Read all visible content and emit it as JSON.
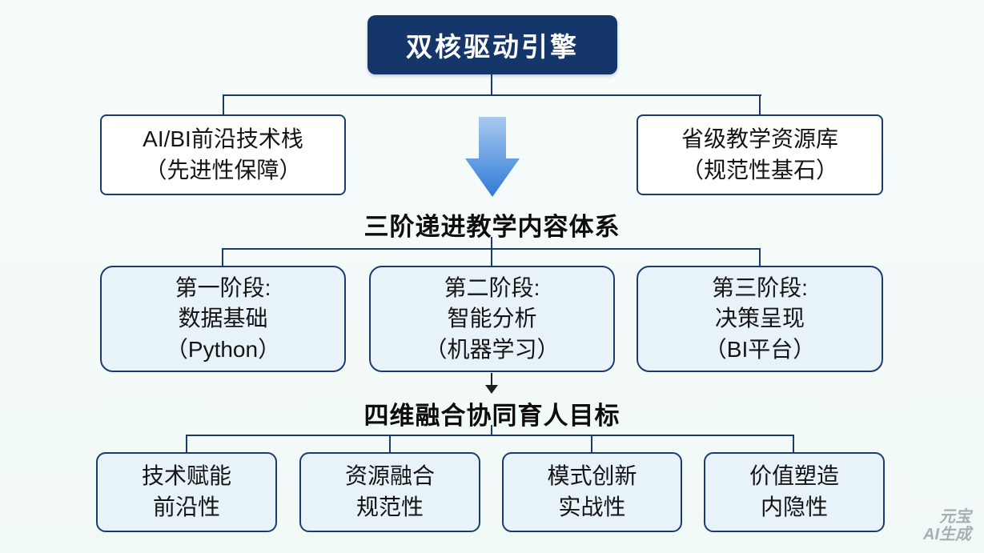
{
  "root": {
    "label": "双核驱动引擎"
  },
  "engines": [
    {
      "line1": "AI/BI前沿技术栈",
      "line2": "（先进性保障）"
    },
    {
      "line1": "省级教学资源库",
      "line2": "（规范性基石）"
    }
  ],
  "stage_section": {
    "title": "三阶递进教学内容体系",
    "stages": [
      {
        "line1": "第一阶段:",
        "line2": "数据基础",
        "line3": "（Python）"
      },
      {
        "line1": "第二阶段:",
        "line2": "智能分析",
        "line3": "（机器学习）"
      },
      {
        "line1": "第三阶段:",
        "line2": "决策呈现",
        "line3": "（BI平台）"
      }
    ]
  },
  "goal_section": {
    "title": "四维融合协同育人目标",
    "goals": [
      {
        "line1": "技术赋能",
        "line2": "前沿性"
      },
      {
        "line1": "资源融合",
        "line2": "规范性"
      },
      {
        "line1": "模式创新",
        "line2": "实战性"
      },
      {
        "line1": "价值塑造",
        "line2": "内隐性"
      }
    ]
  },
  "watermark": {
    "line1": "元宝",
    "line2": "AI生成"
  },
  "colors": {
    "root_bg": "#15366b",
    "box_border": "#1b3b6f",
    "light_box_bg": "#e8f2f9",
    "arrow_top": "#a9c9ef",
    "arrow_bottom": "#2e7ad6",
    "background": "#f3faf8"
  }
}
